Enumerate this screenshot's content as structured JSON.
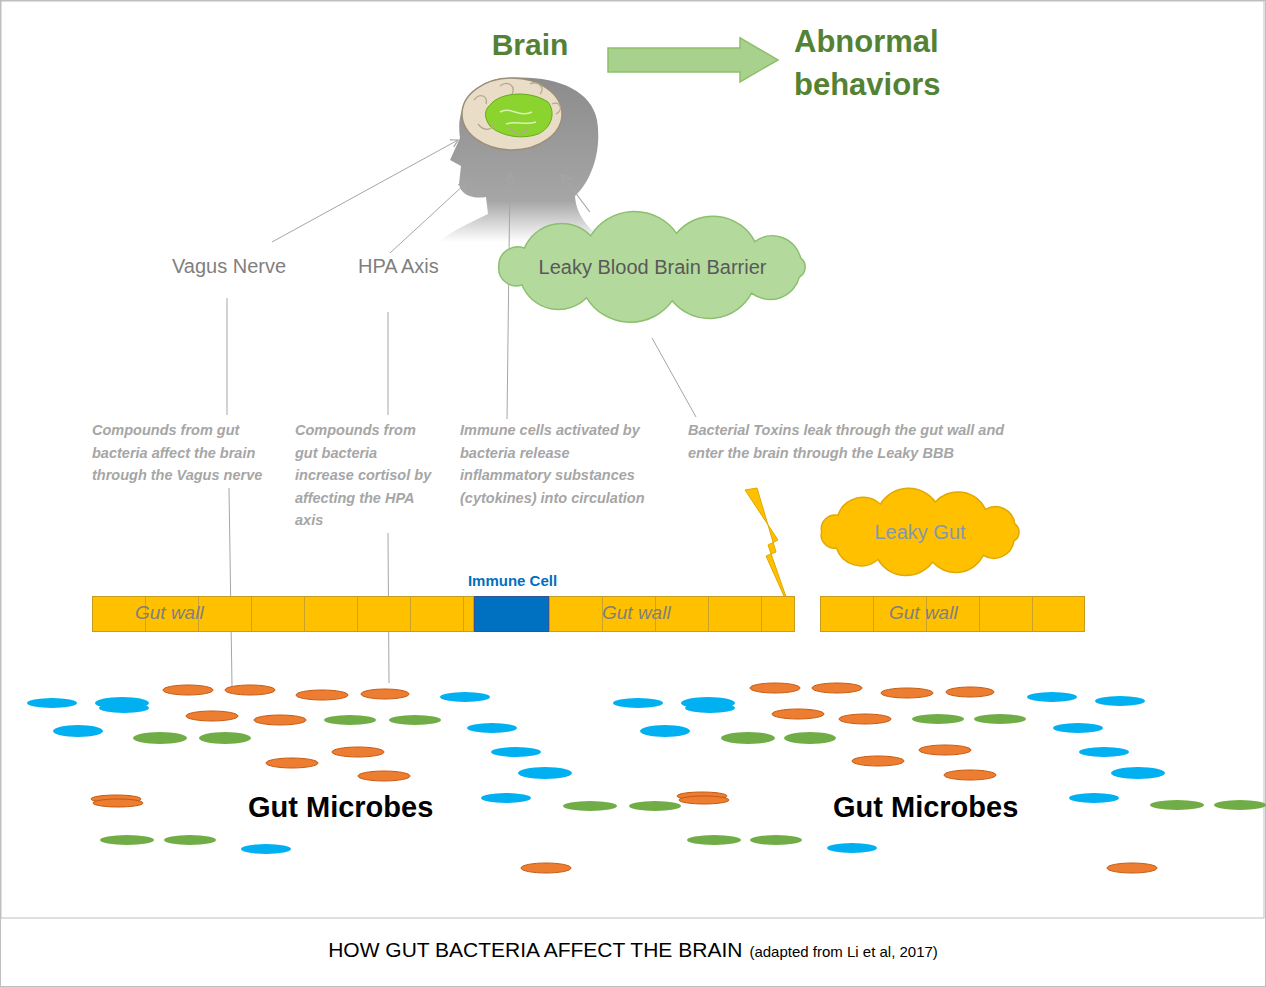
{
  "diagram": {
    "caption": "HOW GUT BACTERIA AFFECT THE BRAIN",
    "nodes": [
      {
        "text": [
          "Brain"
        ]
      },
      {
        "text": [
          "Abnormal behaviors"
        ]
      },
      {
        "text": [
          "Leaky Blood Brain Barrier"
        ]
      },
      {
        "text": [
          "Leaky Gut"
        ]
      },
      {
        "text": [
          "Gut wall"
        ]
      },
      {
        "text": [
          "Immune Cell"
        ]
      },
      {
        "text": [
          "Gut wall"
        ]
      },
      {
        "text": [
          "Gut wall"
        ]
      }
    ],
    "edges": [
      {
        "from": 0,
        "to": 1,
        "arrow": "to"
      },
      {
        "from": 2,
        "to": 0,
        "arrow": "to"
      }
    ],
    "labels": [
      "Vagus Nerve",
      "HPA Axis",
      "Compounds from gut bacteria affect the brain through the Vagus nerve",
      "Compounds from gut bacteria increase cortisol by affecting the HPA axis",
      "Immune cells activated by bacteria release inflammatory substances (cytokines) into circulation",
      "Bacterial Toxins leak through the gut wall and enter the brain through the Leaky BBB",
      "Gut Microbes",
      "Gut Microbes",
      "(adapted from Li et al, 2017)"
    ]
  }
}
